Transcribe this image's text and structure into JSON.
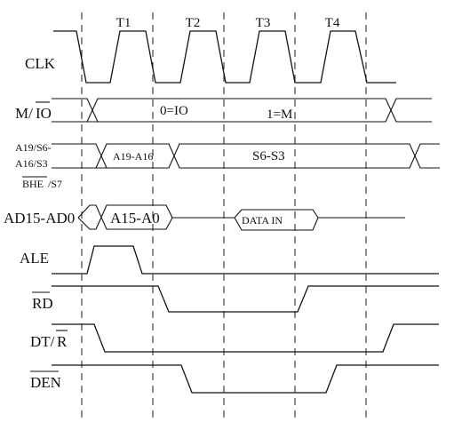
{
  "periods": {
    "t1": "T1",
    "t2": "T2",
    "t3": "T3",
    "t4": "T4"
  },
  "signals": {
    "clk": "CLK",
    "mio_prefix": "M/",
    "mio_bar": "IO",
    "status_line1": "A19/S6-",
    "status_line2": "A16/S3",
    "status_line3_bar": "BHE",
    "status_line3_rest": "/S7",
    "ad": "AD15-AD0",
    "ale": "ALE",
    "rd_bar": "RD",
    "dtr_prefix": "DT/",
    "dtr_bar": "R",
    "den_bar": "DEN"
  },
  "bus_values": {
    "io_state": "0=IO",
    "mem_state": "1=M",
    "addr_high": "A19-A16",
    "status": "S6-S3",
    "addr_low": "A15-A0",
    "data_in": "DATA IN"
  }
}
